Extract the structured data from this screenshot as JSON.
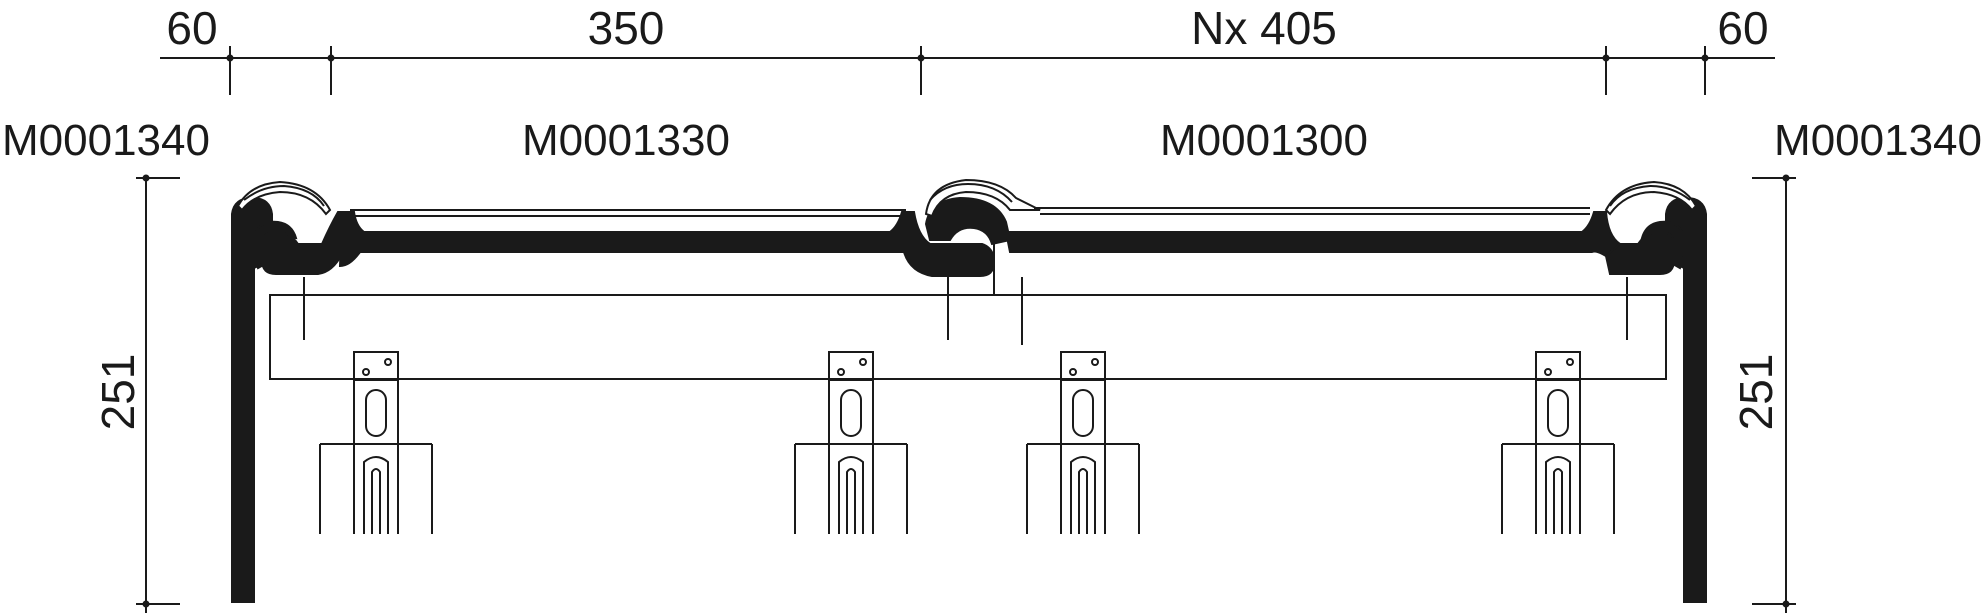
{
  "dimensions": {
    "top": {
      "left_margin": "60",
      "first_span": "350",
      "repeat_span": "Nx 405",
      "right_margin": "60"
    },
    "height_left": "251",
    "height_right": "251"
  },
  "parts": {
    "left_end": "M0001340",
    "first_tile": "M0001330",
    "middle_tile": "M0001300",
    "right_end": "M0001340"
  }
}
